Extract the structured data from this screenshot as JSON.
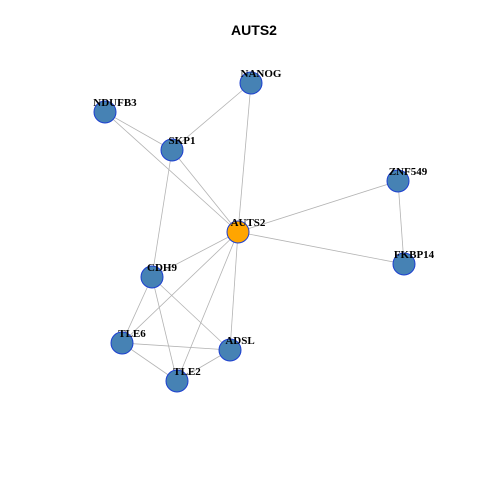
{
  "title": "AUTS2",
  "colors": {
    "hub": "#FFA500",
    "node": "#4682B4",
    "node_border": "#1C3FD0",
    "edge": "#B3B3B3"
  },
  "nodes": [
    {
      "id": "NANOG",
      "label": "NANOG",
      "role": "neighbor"
    },
    {
      "id": "NDUFB3",
      "label": "NDUFB3",
      "role": "neighbor"
    },
    {
      "id": "SKP1",
      "label": "SKP1",
      "role": "neighbor"
    },
    {
      "id": "ZNF549",
      "label": "ZNF549",
      "role": "neighbor"
    },
    {
      "id": "AUTS2",
      "label": "AUTS2",
      "role": "hub"
    },
    {
      "id": "FKBP14",
      "label": "FKBP14",
      "role": "neighbor"
    },
    {
      "id": "CDH9",
      "label": "CDH9",
      "role": "neighbor"
    },
    {
      "id": "TLE6",
      "label": "TLE6",
      "role": "neighbor"
    },
    {
      "id": "ADSL",
      "label": "ADSL",
      "role": "neighbor"
    },
    {
      "id": "TLE2",
      "label": "TLE2",
      "role": "neighbor"
    }
  ],
  "edges": [
    [
      "NANOG",
      "SKP1"
    ],
    [
      "NANOG",
      "AUTS2"
    ],
    [
      "NDUFB3",
      "SKP1"
    ],
    [
      "NDUFB3",
      "AUTS2"
    ],
    [
      "SKP1",
      "AUTS2"
    ],
    [
      "SKP1",
      "CDH9"
    ],
    [
      "ZNF549",
      "AUTS2"
    ],
    [
      "ZNF549",
      "FKBP14"
    ],
    [
      "AUTS2",
      "FKBP14"
    ],
    [
      "AUTS2",
      "CDH9"
    ],
    [
      "AUTS2",
      "TLE6"
    ],
    [
      "AUTS2",
      "ADSL"
    ],
    [
      "AUTS2",
      "TLE2"
    ],
    [
      "CDH9",
      "TLE6"
    ],
    [
      "CDH9",
      "ADSL"
    ],
    [
      "CDH9",
      "TLE2"
    ],
    [
      "TLE6",
      "ADSL"
    ],
    [
      "TLE6",
      "TLE2"
    ],
    [
      "ADSL",
      "TLE2"
    ]
  ]
}
